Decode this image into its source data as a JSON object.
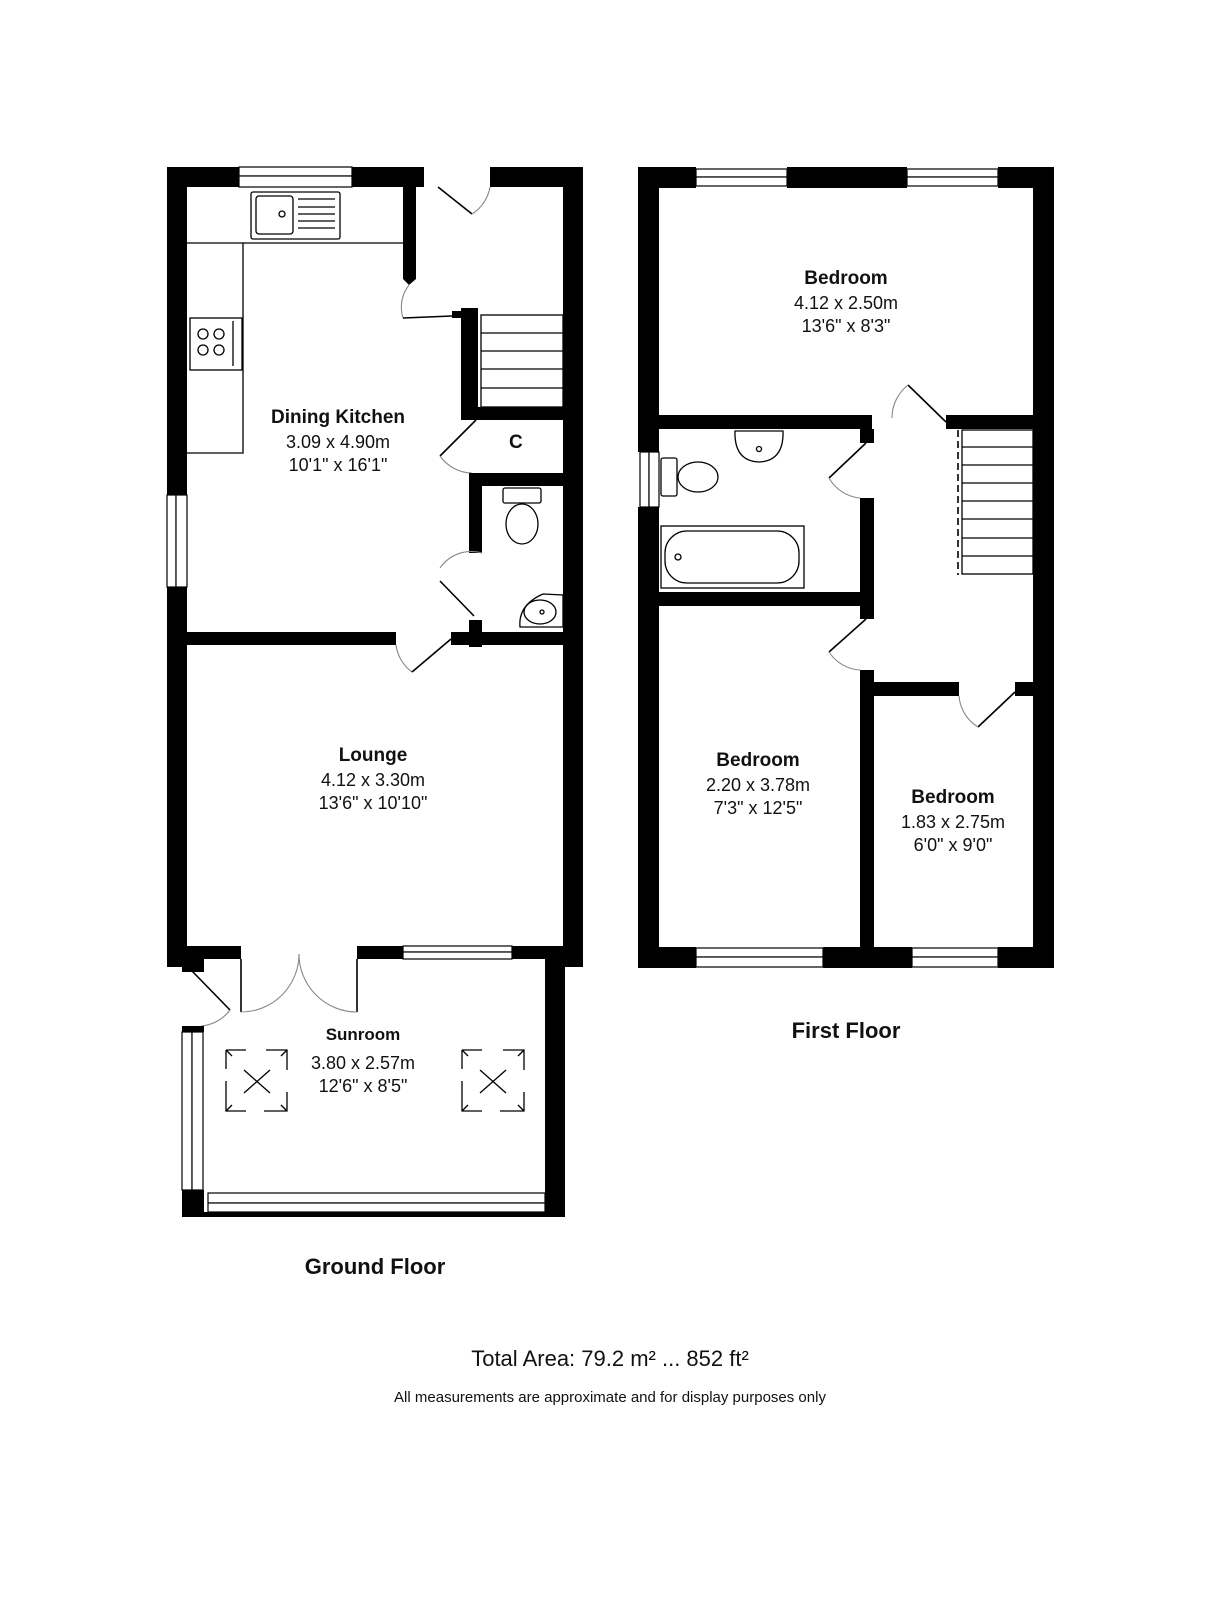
{
  "ground_floor": {
    "title": "Ground Floor",
    "rooms": [
      {
        "name": "Dining Kitchen",
        "metric": "3.09 x 4.90m",
        "imperial": "10'1\" x 16'1\""
      },
      {
        "name": "Lounge",
        "metric": "4.12 x 3.30m",
        "imperial": "13'6\" x 10'10\""
      },
      {
        "name": "Sunroom",
        "metric": "3.80 x 2.57m",
        "imperial": "12'6\" x 8'5\""
      }
    ],
    "cupboard_label": "C"
  },
  "first_floor": {
    "title": "First Floor",
    "rooms": [
      {
        "name": "Bedroom",
        "metric": "4.12 x 2.50m",
        "imperial": "13'6\" x 8'3\""
      },
      {
        "name": "Bedroom",
        "metric": "2.20 x 3.78m",
        "imperial": "7'3\" x 12'5\""
      },
      {
        "name": "Bedroom",
        "metric": "1.83 x 2.75m",
        "imperial": "6'0\" x 9'0\""
      }
    ]
  },
  "summary": {
    "total_area": "Total Area: 79.2 m² ... 852 ft²",
    "disclaimer": "All measurements are approximate and for display purposes only"
  }
}
